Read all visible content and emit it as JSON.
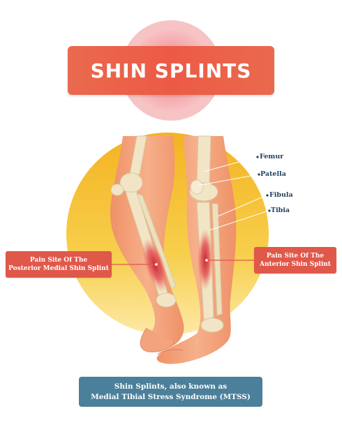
{
  "title": "SHIN SPLINTS",
  "bones": {
    "femur": "Femur",
    "patella": "Patella",
    "fibula": "Fibula",
    "tibia": "Tibia"
  },
  "callouts": {
    "left": {
      "line1": "Pain Site Of The",
      "line2": "Posterior Medial Shin Splint"
    },
    "right": {
      "line1": "Pain Site Of The",
      "line2": "Anterior Shin Splint"
    }
  },
  "info": {
    "line1": "Shin Splints, also known as",
    "line2": "Medial Tibial Stress Syndrome (MTSS)"
  },
  "colors": {
    "title_banner": "#ec5a45",
    "callout": "#e0584a",
    "info_box": "#4b7f9a",
    "background_circle": "#f5c232",
    "skin": "#f3a47c",
    "bone": "#f1e5c6",
    "pain": "#d9343a",
    "label_text": "#1f3f5c"
  }
}
